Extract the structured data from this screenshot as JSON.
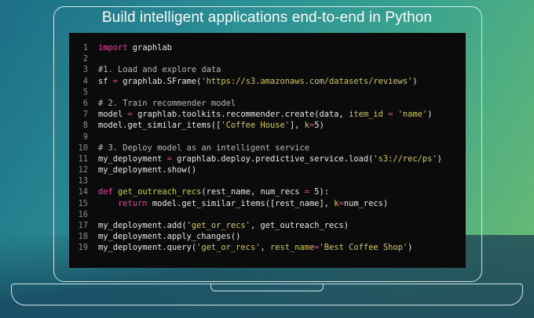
{
  "header": {
    "title": "Build intelligent applications end-to-end in Python"
  },
  "editor": {
    "lines": [
      {
        "num": "1",
        "tokens": [
          {
            "t": "import",
            "c": "kw"
          },
          {
            "t": " graphlab",
            "c": ""
          }
        ]
      },
      {
        "num": "2",
        "tokens": []
      },
      {
        "num": "3",
        "tokens": [
          {
            "t": "#1. Load and explore data",
            "c": "com"
          }
        ]
      },
      {
        "num": "4",
        "tokens": [
          {
            "t": "sf ",
            "c": ""
          },
          {
            "t": "=",
            "c": "op"
          },
          {
            "t": " graphlab.SFrame(",
            "c": ""
          },
          {
            "t": "'https://s3.amazonaws.com/datasets/reviews'",
            "c": "str"
          },
          {
            "t": ")",
            "c": ""
          }
        ]
      },
      {
        "num": "5",
        "tokens": []
      },
      {
        "num": "6",
        "tokens": [
          {
            "t": "# 2. Train recommender model",
            "c": "com"
          }
        ]
      },
      {
        "num": "7",
        "tokens": [
          {
            "t": "model ",
            "c": ""
          },
          {
            "t": "=",
            "c": "op"
          },
          {
            "t": " graphlab.toolkits.recommender.create(data, ",
            "c": ""
          },
          {
            "t": "item_id",
            "c": "str"
          },
          {
            "t": " ",
            "c": ""
          },
          {
            "t": "=",
            "c": "op"
          },
          {
            "t": " ",
            "c": ""
          },
          {
            "t": "'name'",
            "c": "str"
          },
          {
            "t": ")",
            "c": ""
          }
        ]
      },
      {
        "num": "8",
        "tokens": [
          {
            "t": "model.get_similar_items([",
            "c": ""
          },
          {
            "t": "'Coffee House'",
            "c": "str"
          },
          {
            "t": "], ",
            "c": ""
          },
          {
            "t": "k",
            "c": "str"
          },
          {
            "t": "=",
            "c": "op"
          },
          {
            "t": "5)",
            "c": ""
          }
        ]
      },
      {
        "num": "9",
        "tokens": []
      },
      {
        "num": "10",
        "tokens": [
          {
            "t": "# 3. Deploy model as an intelligent service",
            "c": "com"
          }
        ]
      },
      {
        "num": "11",
        "tokens": [
          {
            "t": "my_deployment ",
            "c": ""
          },
          {
            "t": "=",
            "c": "op"
          },
          {
            "t": " graphlab.deploy.predictive_service.load(",
            "c": ""
          },
          {
            "t": "'s3://rec/ps'",
            "c": "str"
          },
          {
            "t": ")",
            "c": ""
          }
        ]
      },
      {
        "num": "12",
        "tokens": [
          {
            "t": "my_deployment.show()",
            "c": ""
          }
        ]
      },
      {
        "num": "13",
        "tokens": []
      },
      {
        "num": "14",
        "tokens": [
          {
            "t": "def",
            "c": "kw"
          },
          {
            "t": " ",
            "c": ""
          },
          {
            "t": "get_outreach_recs",
            "c": "fn"
          },
          {
            "t": "(rest_name, num_recs ",
            "c": ""
          },
          {
            "t": "=",
            "c": "op"
          },
          {
            "t": " 5):",
            "c": ""
          }
        ]
      },
      {
        "num": "15",
        "tokens": [
          {
            "t": "    ",
            "c": ""
          },
          {
            "t": "return",
            "c": "kw"
          },
          {
            "t": " model.get_similar_items([rest_name], ",
            "c": ""
          },
          {
            "t": "k",
            "c": "str"
          },
          {
            "t": "=",
            "c": "op"
          },
          {
            "t": "num_recs)",
            "c": ""
          }
        ]
      },
      {
        "num": "16",
        "tokens": []
      },
      {
        "num": "17",
        "tokens": [
          {
            "t": "my_deployment.add(",
            "c": ""
          },
          {
            "t": "'get_or_recs'",
            "c": "str"
          },
          {
            "t": ", get_outreach_recs)",
            "c": ""
          }
        ]
      },
      {
        "num": "18",
        "tokens": [
          {
            "t": "my_deployment.apply_changes()",
            "c": ""
          }
        ]
      },
      {
        "num": "19",
        "tokens": [
          {
            "t": "my_deployment.query(",
            "c": ""
          },
          {
            "t": "'get_or_recs'",
            "c": "str"
          },
          {
            "t": ", ",
            "c": ""
          },
          {
            "t": "rest_name",
            "c": "str"
          },
          {
            "t": "=",
            "c": "op"
          },
          {
            "t": "'Best Coffee Shop'",
            "c": "str"
          },
          {
            "t": ")",
            "c": ""
          }
        ]
      }
    ]
  }
}
